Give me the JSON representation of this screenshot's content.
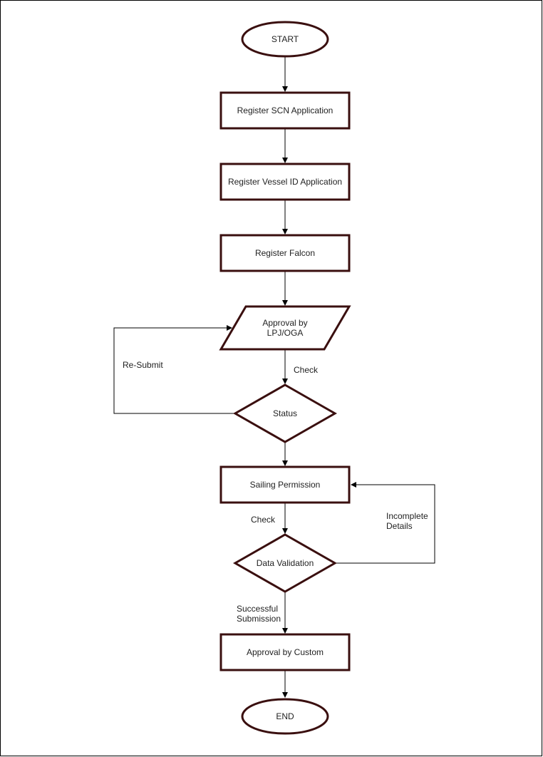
{
  "diagram": {
    "nodes": {
      "start": "START",
      "register_scn": "Register SCN Application",
      "register_vessel": "Register Vessel ID Application",
      "register_falcon": "Register Falcon",
      "approval_lpj_line1": "Approval by",
      "approval_lpj_line2": "LPJ/OGA",
      "status": "Status",
      "sailing_permission": "Sailing Permission",
      "data_validation": "Data Validation",
      "approval_custom": "Approval by Custom",
      "end": "END"
    },
    "edges": {
      "check_1": "Check",
      "re_submit": "Re-Submit",
      "check_2": "Check",
      "incomplete_line1": "Incomplete",
      "incomplete_line2": "Details",
      "successful_line1": "Successful",
      "successful_line2": "Submission"
    },
    "colors": {
      "shape_stroke": "#3a0f0f",
      "connector": "#000000",
      "text": "#222222"
    }
  }
}
